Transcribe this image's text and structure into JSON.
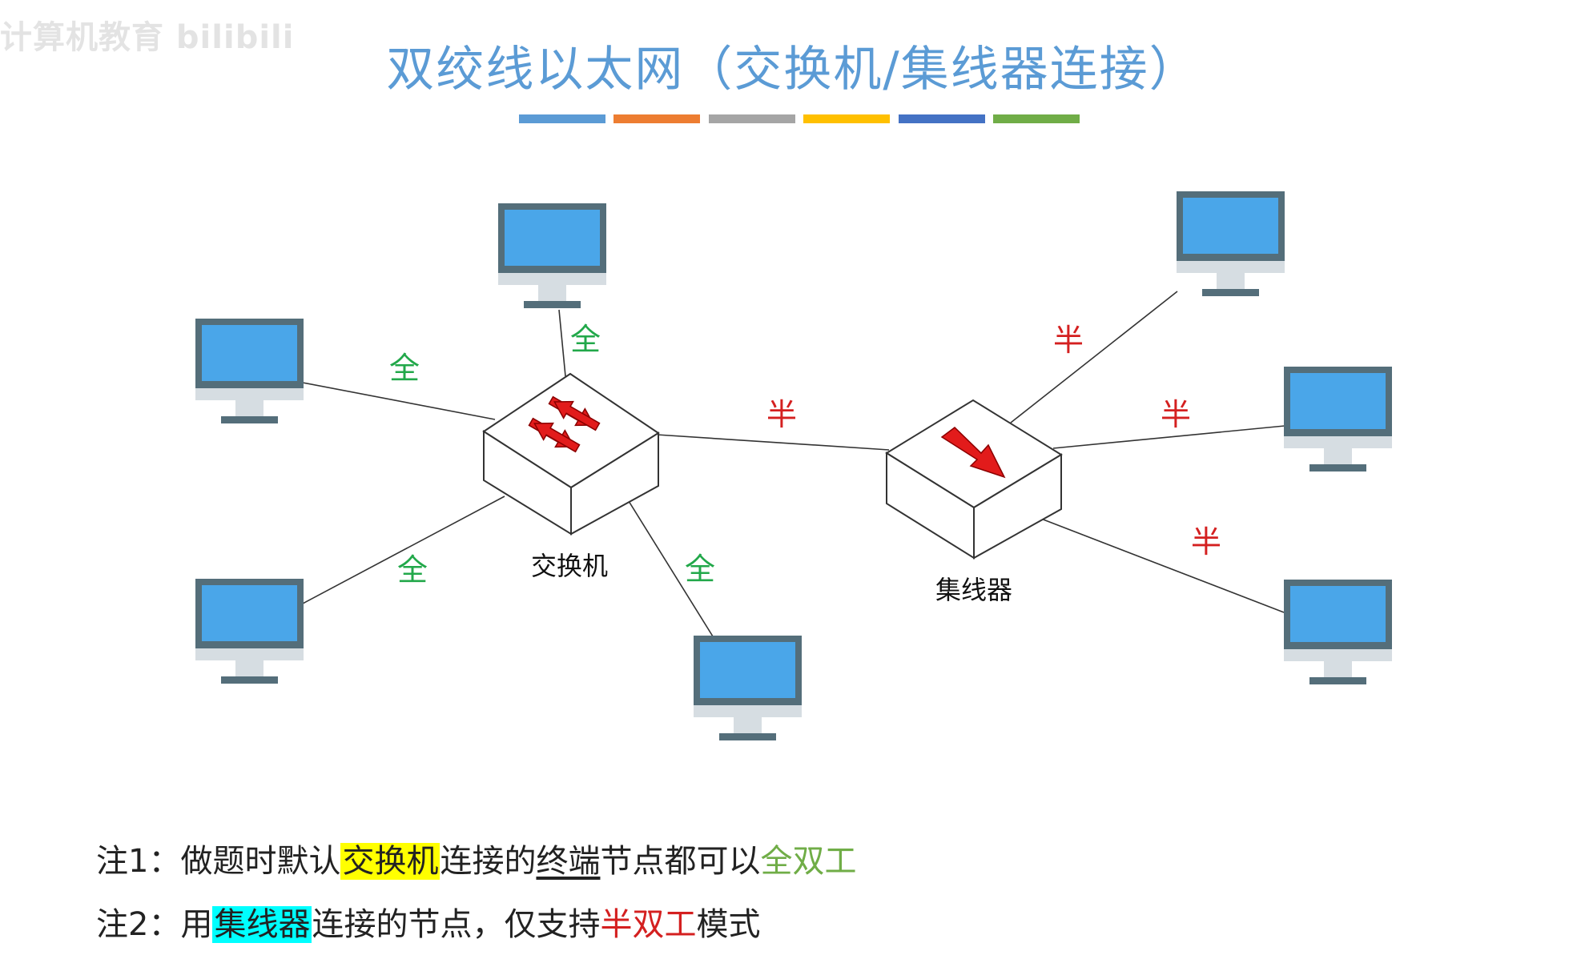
{
  "watermark": "计算机教育 bilibili",
  "title": "双绞线以太网（交换机/集线器连接）",
  "color_bars": [
    "#5b9bd5",
    "#ed7d31",
    "#a5a5a5",
    "#ffc000",
    "#4472c4",
    "#70ad47"
  ],
  "switch": {
    "label": "交换机"
  },
  "hub": {
    "label": "集线器"
  },
  "links": {
    "full_label": "全",
    "half_label": "半",
    "full_color": "#22a84a",
    "half_color": "#d42020"
  },
  "note1": {
    "prefix": "注1：做题时默认",
    "highlight": "交换机",
    "highlight_color": "#ffff00",
    "mid": "连接的",
    "underlined": "终端",
    "mid2": "节点都可以",
    "emph": "全双工",
    "emph_color": "#70ad47"
  },
  "note2": {
    "prefix": "注2：用",
    "highlight": "集线器",
    "highlight_color": "#00ffff",
    "mid": "连接的节点，仅支持",
    "emph": "半双工",
    "emph_color": "#d42020",
    "suffix": "模式"
  }
}
